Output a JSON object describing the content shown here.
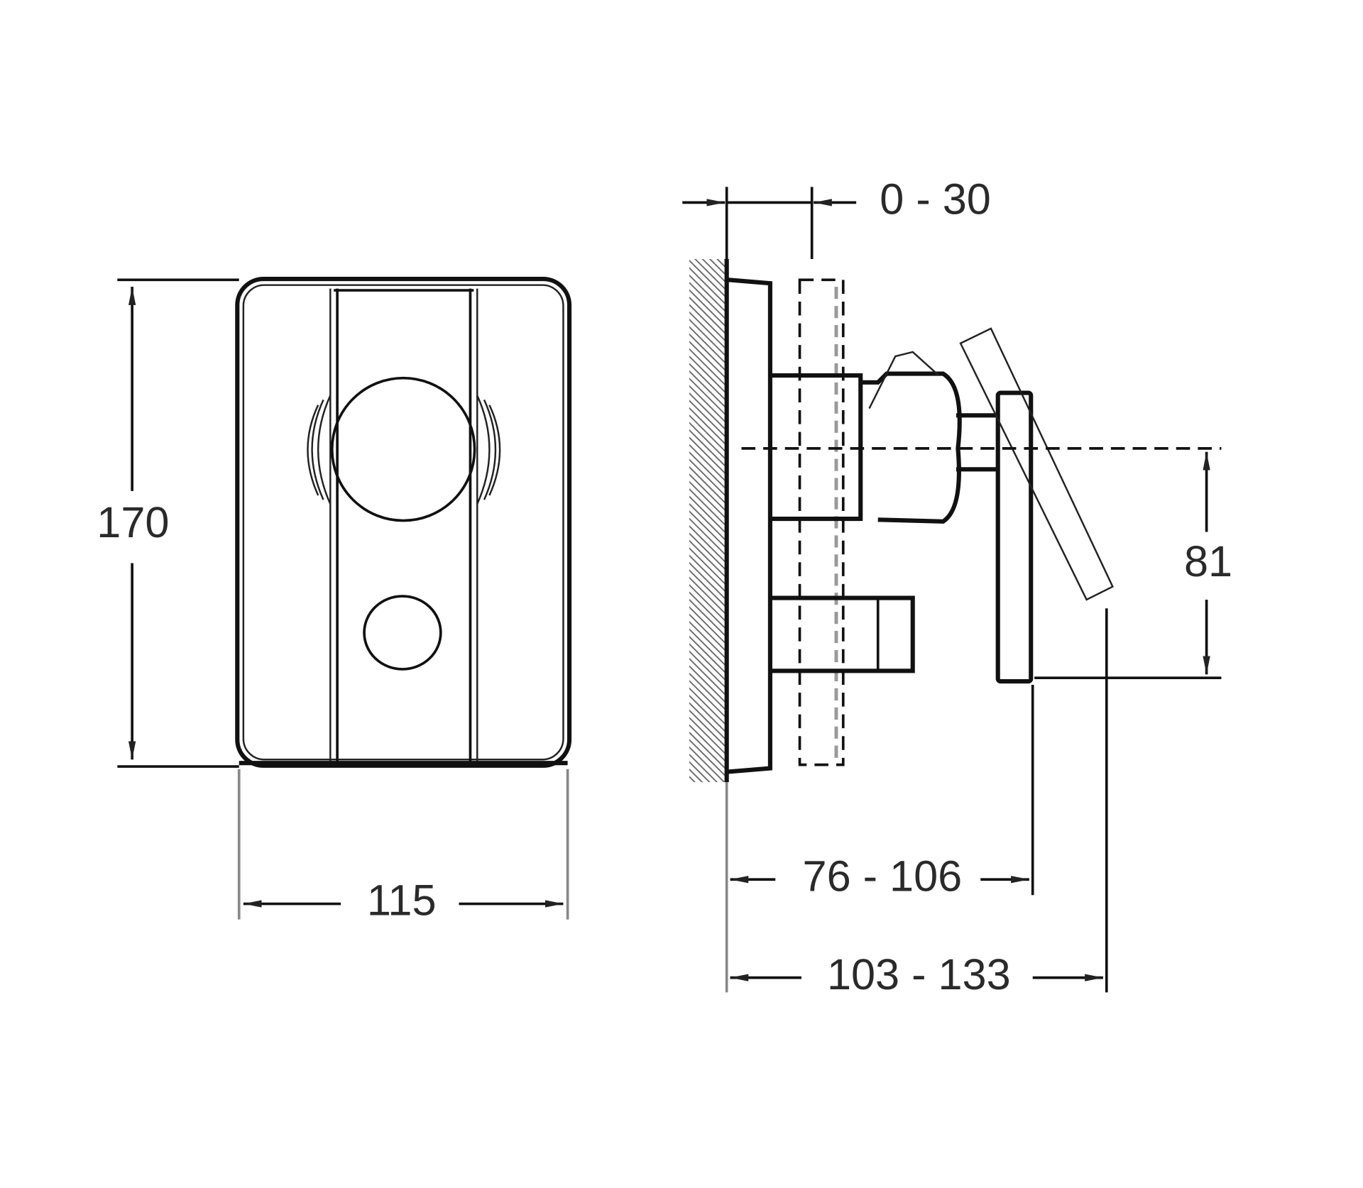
{
  "title": "Concealed shower mixer dimension drawing",
  "front_view": {
    "height_label": "170",
    "width_label": "115"
  },
  "side_view": {
    "adjust_label": "0 - 30",
    "center_height_label": "81",
    "depth_min_label": "76 - 106",
    "depth_max_label": "103 - 133"
  }
}
